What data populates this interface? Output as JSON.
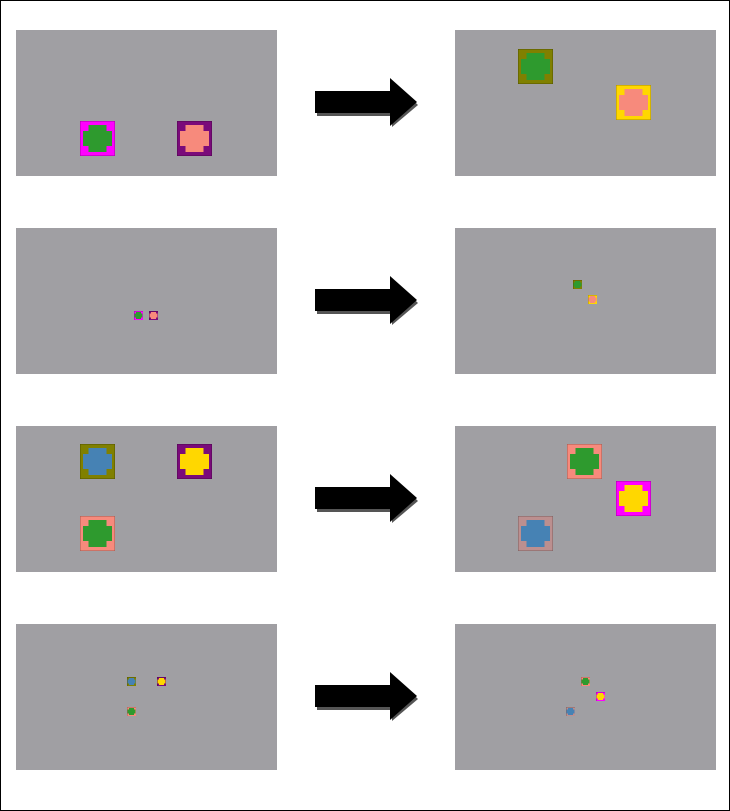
{
  "rows": [
    {
      "input": {
        "label": "",
        "tiles": [
          {
            "bg": "#ff00ff",
            "cross": "#2e9a2e",
            "size": "large"
          },
          {
            "bg": "#7a0a7a",
            "cross": "#f78a7c",
            "size": "large"
          }
        ]
      },
      "output": {
        "label": "",
        "tiles": [
          {
            "bg": "#808000",
            "cross": "#2e9a2e",
            "size": "large"
          },
          {
            "bg": "#ffd700",
            "cross": "#f78a7c",
            "size": "large"
          }
        ]
      }
    },
    {
      "input": {
        "label": "",
        "tiles": [
          {
            "bg": "#ff00ff",
            "cross": "#2e9a2e",
            "size": "small"
          },
          {
            "bg": "#7a0a7a",
            "cross": "#f78a7c",
            "size": "small"
          }
        ]
      },
      "output": {
        "label": "",
        "tiles": [
          {
            "bg": "#808000",
            "cross": "#2e9a2e",
            "size": "small"
          },
          {
            "bg": "#ffd700",
            "cross": "#f78a7c",
            "size": "small"
          }
        ]
      }
    },
    {
      "input": {
        "label": "",
        "tiles": [
          {
            "bg": "#808000",
            "cross": "#4682b4",
            "size": "large"
          },
          {
            "bg": "#7a0a7a",
            "cross": "#ffd700",
            "size": "large"
          },
          {
            "bg": "#f78a7c",
            "cross": "#2e9a2e",
            "size": "large"
          }
        ]
      },
      "output": {
        "label": "",
        "tiles": [
          {
            "bg": "#f78a7c",
            "cross": "#2e9a2e",
            "size": "large"
          },
          {
            "bg": "#ff00ff",
            "cross": "#ffd700",
            "size": "large"
          },
          {
            "bg": "#bc8f8f",
            "cross": "#4682b4",
            "size": "large"
          }
        ]
      }
    },
    {
      "input": {
        "label": "",
        "tiles": [
          {
            "bg": "#808000",
            "cross": "#4682b4",
            "size": "small"
          },
          {
            "bg": "#7a0a7a",
            "cross": "#ffd700",
            "size": "small"
          },
          {
            "bg": "#f78a7c",
            "cross": "#2e9a2e",
            "size": "small"
          }
        ]
      },
      "output": {
        "label": "",
        "tiles": [
          {
            "bg": "#f78a7c",
            "cross": "#2e9a2e",
            "size": "small"
          },
          {
            "bg": "#ff00ff",
            "cross": "#ffd700",
            "size": "small"
          },
          {
            "bg": "#bc8f8f",
            "cross": "#4682b4",
            "size": "small"
          }
        ]
      }
    }
  ],
  "arrow_color": "#000000",
  "panel_bg": "#a09fa3"
}
